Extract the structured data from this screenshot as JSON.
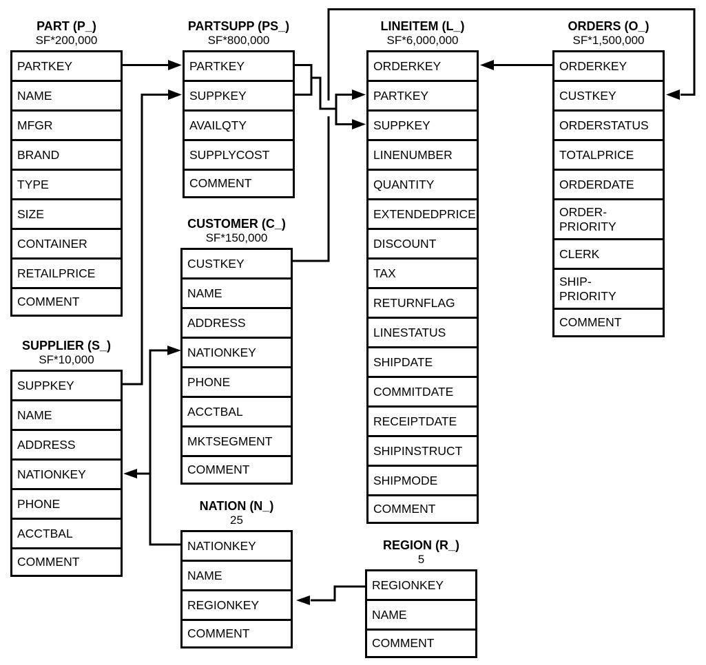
{
  "tables": {
    "part": {
      "title": "PART (P_)",
      "subtitle": "SF*200,000",
      "rows": [
        "PARTKEY",
        "NAME",
        "MFGR",
        "BRAND",
        "TYPE",
        "SIZE",
        "CONTAINER",
        "RETAILPRICE",
        "COMMENT"
      ]
    },
    "partsupp": {
      "title": "PARTSUPP (PS_)",
      "subtitle": "SF*800,000",
      "rows": [
        "PARTKEY",
        "SUPPKEY",
        "AVAILQTY",
        "SUPPLYCOST",
        "COMMENT"
      ]
    },
    "lineitem": {
      "title": "LINEITEM (L_)",
      "subtitle": "SF*6,000,000",
      "rows": [
        "ORDERKEY",
        "PARTKEY",
        "SUPPKEY",
        "LINENUMBER",
        "QUANTITY",
        "EXTENDEDPRICE",
        "DISCOUNT",
        "TAX",
        "RETURNFLAG",
        "LINESTATUS",
        "SHIPDATE",
        "COMMITDATE",
        "RECEIPTDATE",
        "SHIPINSTRUCT",
        "SHIPMODE",
        "COMMENT"
      ]
    },
    "orders": {
      "title": "ORDERS (O_)",
      "subtitle": "SF*1,500,000",
      "rows": [
        "ORDERKEY",
        "CUSTKEY",
        "ORDERSTATUS",
        "TOTALPRICE",
        "ORDERDATE",
        "ORDER-\nPRIORITY",
        "CLERK",
        "SHIP-\nPRIORITY",
        "COMMENT"
      ]
    },
    "customer": {
      "title": "CUSTOMER (C_)",
      "subtitle": "SF*150,000",
      "rows": [
        "CUSTKEY",
        "NAME",
        "ADDRESS",
        "NATIONKEY",
        "PHONE",
        "ACCTBAL",
        "MKTSEGMENT",
        "COMMENT"
      ]
    },
    "supplier": {
      "title": "SUPPLIER (S_)",
      "subtitle": "SF*10,000",
      "rows": [
        "SUPPKEY",
        "NAME",
        "ADDRESS",
        "NATIONKEY",
        "PHONE",
        "ACCTBAL",
        "COMMENT"
      ]
    },
    "nation": {
      "title": "NATION (N_)",
      "subtitle": "25",
      "rows": [
        "NATIONKEY",
        "NAME",
        "REGIONKEY",
        "COMMENT"
      ]
    },
    "region": {
      "title": "REGION (R_)",
      "subtitle": "5",
      "rows": [
        "REGIONKEY",
        "NAME",
        "COMMENT"
      ]
    }
  },
  "relationships": [
    {
      "from": "PART.PARTKEY",
      "to": "PARTSUPP.PARTKEY"
    },
    {
      "from": "SUPPLIER.SUPPKEY",
      "to": "PARTSUPP.SUPPKEY"
    },
    {
      "from": "PARTSUPP.PARTKEY",
      "to": "LINEITEM.PARTKEY"
    },
    {
      "from": "PARTSUPP.SUPPKEY",
      "to": "LINEITEM.SUPPKEY"
    },
    {
      "from": "ORDERS.ORDERKEY",
      "to": "LINEITEM.ORDERKEY"
    },
    {
      "from": "CUSTOMER.CUSTKEY",
      "to": "ORDERS.CUSTKEY"
    },
    {
      "from": "NATION.NATIONKEY",
      "to": "CUSTOMER.NATIONKEY"
    },
    {
      "from": "NATION.NATIONKEY",
      "to": "SUPPLIER.NATIONKEY"
    },
    {
      "from": "REGION.REGIONKEY",
      "to": "NATION.REGIONKEY"
    }
  ],
  "colors": {
    "line": "#000000",
    "background": "#ffffff",
    "text": "#000000"
  }
}
